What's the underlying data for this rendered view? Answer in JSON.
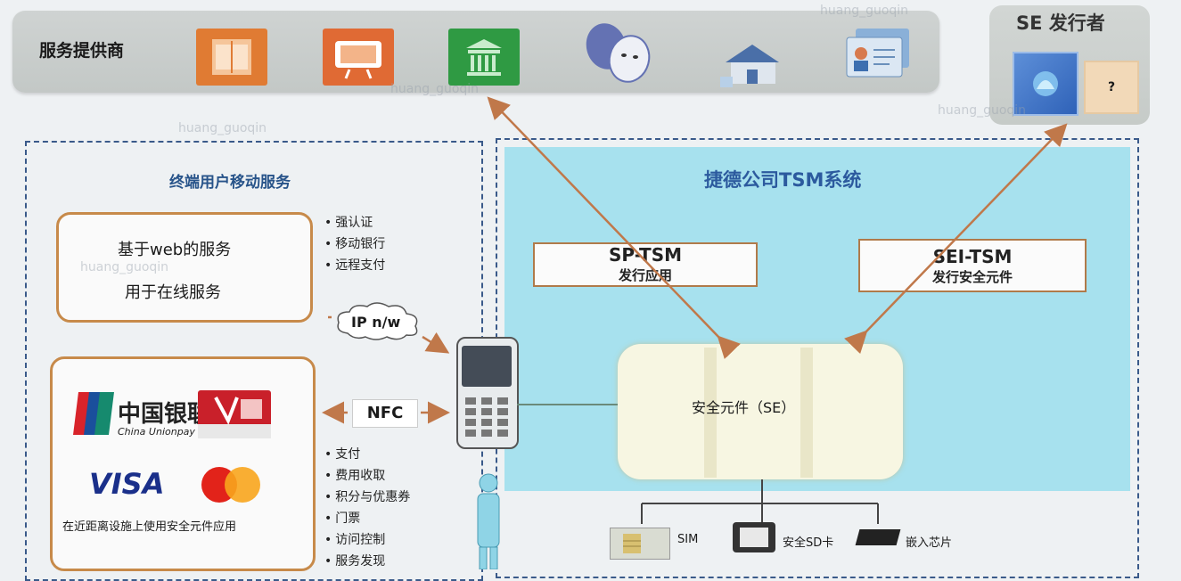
{
  "service_provider": {
    "title": "服务提供商",
    "icons": [
      "shop-icon",
      "tv-icon",
      "bank-icon",
      "theater-masks-icon",
      "house-icon",
      "id-card-icon"
    ]
  },
  "se_issuer": {
    "title": "SE 发行者",
    "card_mark": "?"
  },
  "left_panel": {
    "title": "终端用户移动服务",
    "web_service_line1": "基于web的服务",
    "web_service_line2": "用于在线服务",
    "web_bullets": [
      "强认证",
      "移动银行",
      "远程支付"
    ],
    "ip_label": "IP n/w",
    "nfc_label": "NFC",
    "card_logos": {
      "unionpay_cn": "中国银联",
      "unionpay_en": "China Unionpay",
      "visa": "VISA"
    },
    "card_caption": "在近距离设施上使用安全元件应用",
    "nfc_bullets": [
      "支付",
      "费用收取",
      "积分与优惠券",
      "门票",
      "访问控制",
      "服务发现"
    ]
  },
  "tsm": {
    "title": "捷德公司TSM系统",
    "sp_tsm_main": "SP-TSM",
    "sp_tsm_sub": "发行应用",
    "sei_tsm_main": "SEI-TSM",
    "sei_tsm_sub": "发行安全元件",
    "se_label": "安全元件（SE）"
  },
  "hardware": {
    "sim": "SIM",
    "sd": "安全SD卡",
    "chip": "嵌入芯片"
  },
  "watermark": "huang_guoqin",
  "colors": {
    "tsm_background": "#a7e1ee",
    "title_blue": "#2c5a9e",
    "orange_border": "#c78a4a",
    "arrow": "#c0784a"
  }
}
